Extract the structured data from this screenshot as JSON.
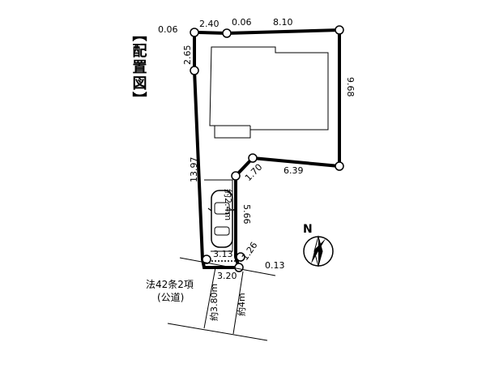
{
  "title": "【配置図】",
  "dimensions": {
    "top_left": "0.06",
    "top_seg1": "2.40",
    "top_seg2": "0.06",
    "top_seg3": "8.10",
    "left_upper": "2.65",
    "right": "9.68",
    "left_long": "13.97",
    "inner_diag": "1.70",
    "inner_bottom": "6.39",
    "driveway_right": "5.66",
    "driveway_width": "約2.4m",
    "front_width": "3.13",
    "corner_diag": "1.26",
    "corner_small": "0.13",
    "frontage": "3.20"
  },
  "road": {
    "type_line1": "法42条2項",
    "type_line2": "(公道)",
    "width_a": "約3.80m",
    "width_b": "約4m"
  },
  "compass": {
    "north_label": "N"
  },
  "icons": {
    "car": "car-icon",
    "compass": "compass-icon"
  }
}
